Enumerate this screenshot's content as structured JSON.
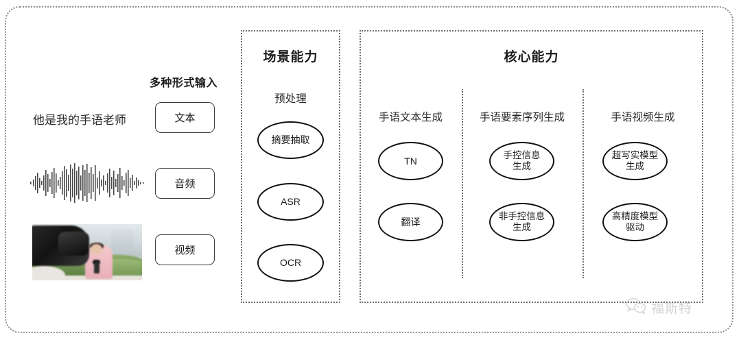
{
  "frame": {
    "name": "diagram-frame"
  },
  "input_section": {
    "caption": "多种形式输入",
    "rows": [
      {
        "sample": "他是我的手语老师",
        "button": "文本",
        "media": "text"
      },
      {
        "sample": "",
        "button": "音频",
        "media": "waveform"
      },
      {
        "sample": "",
        "button": "视频",
        "media": "video-thumbnail"
      }
    ]
  },
  "scene_panel": {
    "title": "场景能力",
    "column_header": "预处理",
    "nodes": [
      {
        "label": "摘要抽取"
      },
      {
        "label": "ASR"
      },
      {
        "label": "OCR"
      }
    ]
  },
  "core_panel": {
    "title": "核心能力",
    "columns": [
      {
        "header": "手语文本生成",
        "nodes": [
          {
            "line1": "TN",
            "line2": ""
          },
          {
            "line1": "翻译",
            "line2": ""
          }
        ]
      },
      {
        "header": "手语要素序列生成",
        "nodes": [
          {
            "line1": "手控信息",
            "line2": "生成"
          },
          {
            "line1": "非手控信息",
            "line2": "生成"
          }
        ]
      },
      {
        "header": "手语视频生成",
        "nodes": [
          {
            "line1": "超写实模型",
            "line2": "生成"
          },
          {
            "line1": "高精度模型",
            "line2": "驱动"
          }
        ]
      }
    ]
  },
  "watermark": {
    "text": "福斯特",
    "icon": "wechat-icon"
  },
  "colors": {
    "frame_border": "#8d8d8d",
    "panel_border": "#6f6f6f",
    "node_border": "#111111",
    "text": "#2b2b2b",
    "watermark": "#6e6e6e"
  }
}
